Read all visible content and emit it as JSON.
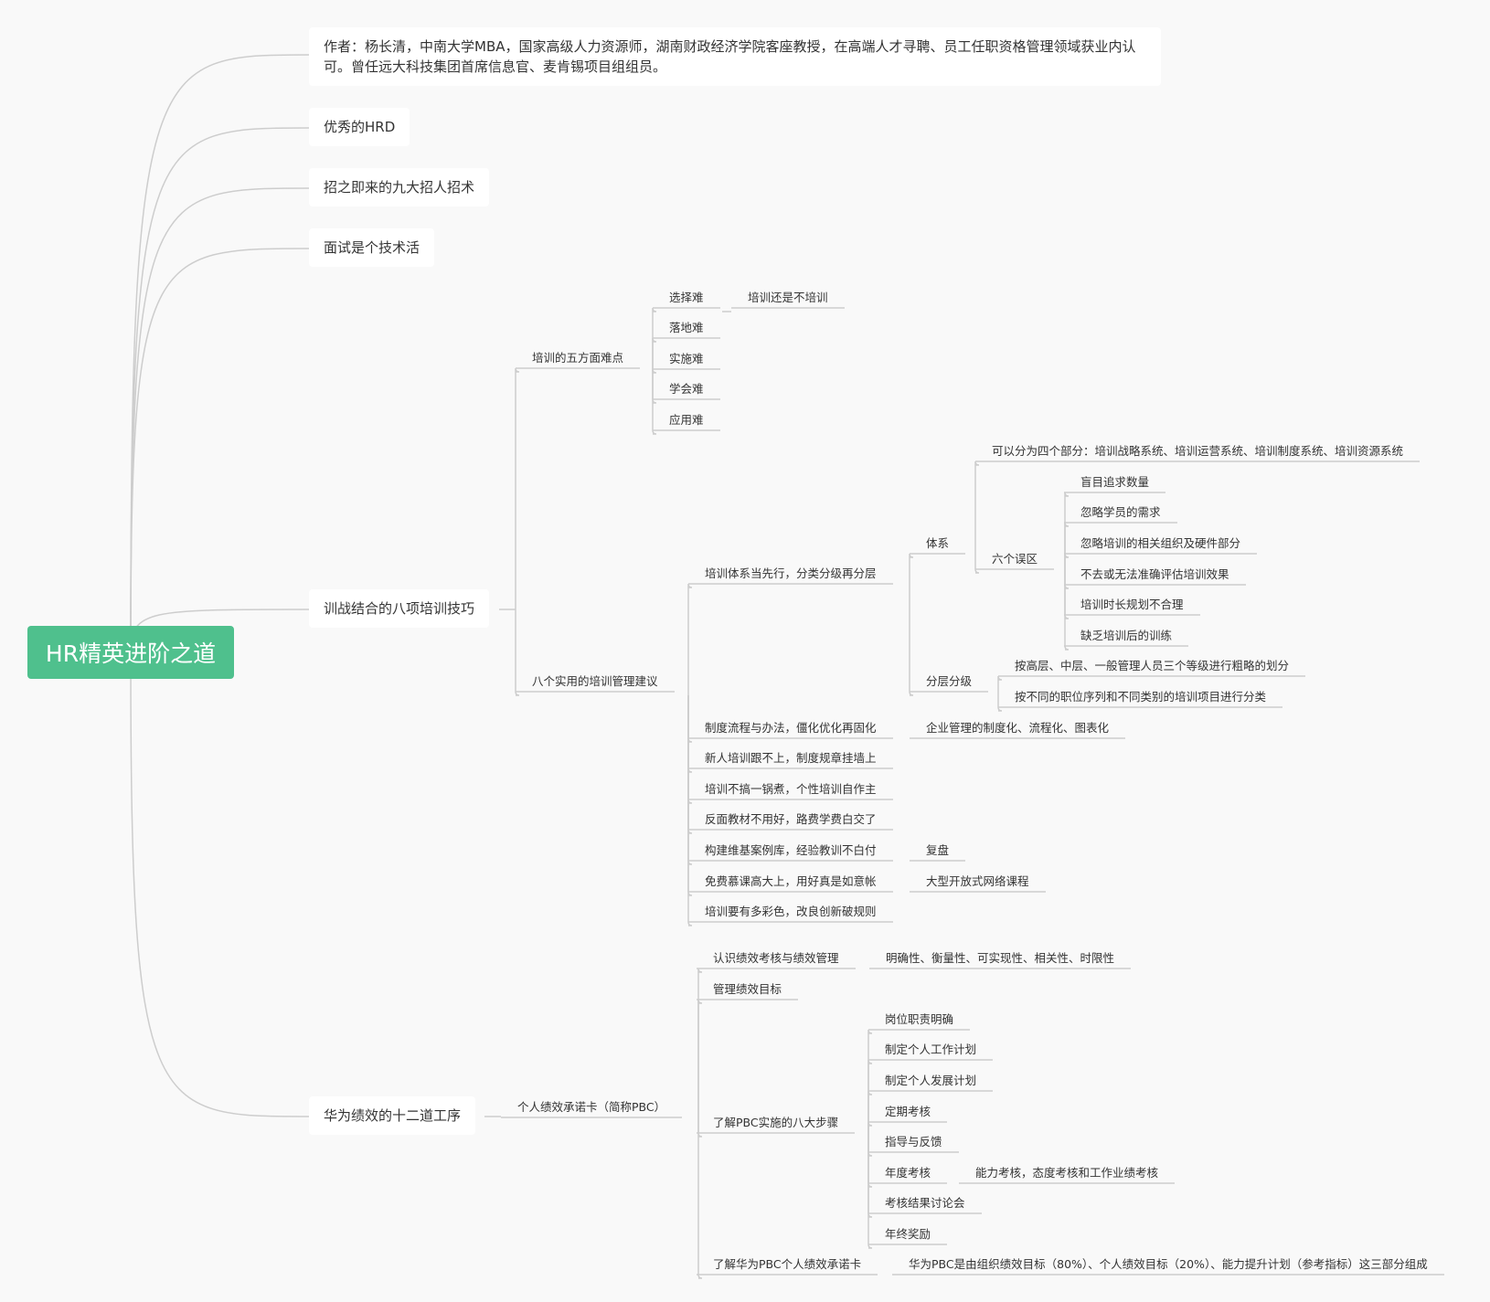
{
  "root": "HR精英进阶之道",
  "topics": {
    "author": "作者：杨长清，中南大学MBA，国家高级人力资源师，湖南财政经济学院客座教授，在高端人才寻聘、员工任职资格管理领域获业内认可。曾任远大科技集团首席信息官、麦肯锡项目组组员。",
    "hrd": "优秀的HRD",
    "recruit": "招之即来的九大招人招术",
    "interview": "面试是个技术活",
    "training": "训战结合的八项培训技巧",
    "huawei": "华为绩效的十二道工序"
  },
  "training": {
    "difficulties": {
      "label": "培训的五方面难点",
      "items": [
        "选择难",
        "落地难",
        "实施难",
        "学会难",
        "应用难"
      ],
      "choose_note": "培训还是不培训"
    },
    "suggestions": {
      "label": "八个实用的培训管理建议",
      "system": {
        "label": "培训体系当先行，分类分级再分层",
        "tixi": "体系",
        "four_parts": "可以分为四个部分：培训战略系统、培训运营系统、培训制度系统、培训资源系统",
        "six_errors": "六个误区",
        "errors": [
          "盲目追求数量",
          "忽略学员的需求",
          "忽略培训的相关组织及硬件部分",
          "不去或无法准确评估培训效果",
          "培训时长规划不合理",
          "缺乏培训后的训练"
        ],
        "layering": "分层分级",
        "layers": [
          "按高层、中层、一般管理人员三个等级进行粗略的划分",
          "按不同的职位序列和不同类别的培训项目进行分类"
        ]
      },
      "items": [
        "制度流程与办法，僵化优化再固化",
        "新人培训跟不上，制度规章挂墙上",
        "培训不搞一锅煮，个性培训自作主",
        "反面教材不用好，路费学费白交了",
        "构建维基案例库，经验教训不白付",
        "免费慕课高大上，用好真是如意帐",
        "培训要有多彩色，改良创新破规则"
      ],
      "notes": [
        "企业管理的制度化、流程化、图表化",
        "复盘",
        "大型开放式网络课程"
      ]
    }
  },
  "huawei": {
    "pbc": "个人绩效承诺卡（简称PBC）",
    "know": "认识绩效考核与绩效管理",
    "know_note": "明确性、衡量性、可实现性、相关性、时限性",
    "manage": "管理绩效目标",
    "steps_label": "了解PBC实施的八大步骤",
    "steps": [
      "岗位职责明确",
      "制定个人工作计划",
      "制定个人发展计划",
      "定期考核",
      "指导与反馈",
      "年度考核",
      "考核结果讨论会",
      "年终奖励"
    ],
    "annual_note": "能力考核，态度考核和工作业绩考核",
    "card_label": "了解华为PBC个人绩效承诺卡",
    "card_note": "华为PBC是由组织绩效目标（80%）、个人绩效目标（20%）、能力提升计划（参考指标）这三部分组成"
  }
}
